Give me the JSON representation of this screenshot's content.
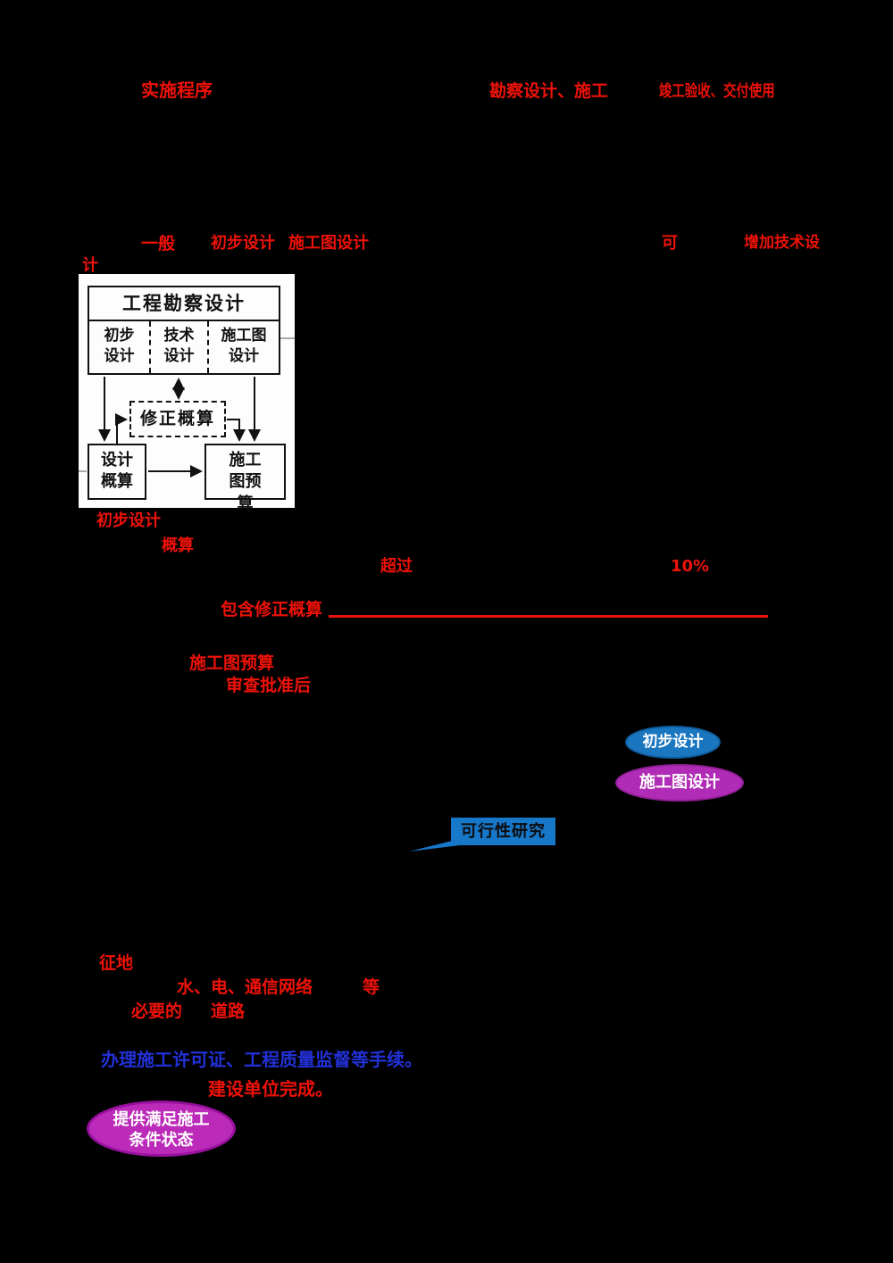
{
  "colors": {
    "background": "#000000",
    "annotation_red": "#ee1209",
    "annotation_blue": "#2231d8",
    "ellipse_blue": "#1b76c0",
    "ellipse_purple": "#b12cb6",
    "callout_blue": "#1777c8",
    "ellipse_magenta": "#bb2ab8",
    "panel_background": "#fdfdfd"
  },
  "top": {
    "implementation_procedure": "实施程序",
    "survey_design_construction": "勘察设计、施工",
    "completion_acceptance_handover": "竣工验收、交付使用"
  },
  "design_stage_line": {
    "generally": "一般",
    "preliminary_design": "初步设计",
    "construction_drawing_design": "施工图设计",
    "may": "可",
    "add_technical_design": "增加技术设",
    "design_wrap_char": "计"
  },
  "flowchart": {
    "title": "工程勘察设计",
    "stages": [
      "初步设计",
      "技术设计",
      "施工图设计"
    ],
    "revised_estimate": "修正概算",
    "design_estimate": "设计概算",
    "construction_drawing_budget": "施工图预算"
  },
  "notes": {
    "preliminary_design": "初步设计",
    "estimate": "概算",
    "exceed": "超过",
    "ten_percent": "10%",
    "contains_revised_estimate": "包含修正概算",
    "construction_drawing_budget": "施工图预算",
    "after_review_approval": "审查批准后",
    "land_acquisition": "征地",
    "utilities": "水、电、通信网络",
    "etc": "等",
    "necessary": "必要的",
    "roads": "道路",
    "permit_procedures": "办理施工许可证、工程质量监督等手续。",
    "by_construction_unit": "建设单位完成。"
  },
  "shapes": {
    "preliminary_design_ellipse": "初步设计",
    "construction_drawing_design_ellipse": "施工图设计",
    "feasibility_study_callout": "可行性研究",
    "ready_state_line1": "提供满足施工",
    "ready_state_line2": "条件状态"
  }
}
